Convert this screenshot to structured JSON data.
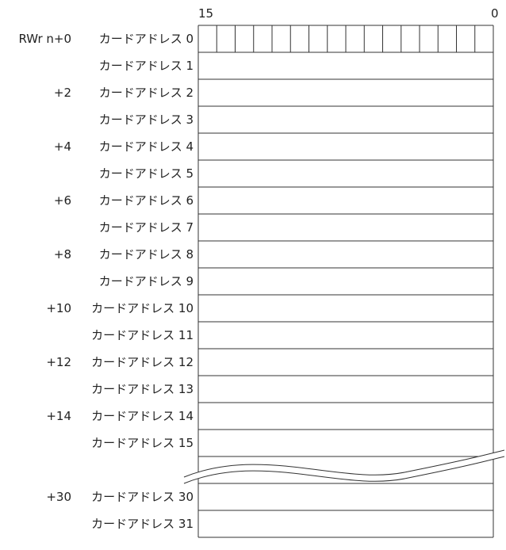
{
  "header": {
    "bit_high": "15",
    "bit_low": "0"
  },
  "register_label": "RWr n+0",
  "rows": [
    {
      "offset": "RWr n+0",
      "address": "カードアドレス 0"
    },
    {
      "offset": "",
      "address": "カードアドレス 1"
    },
    {
      "offset": "+2",
      "address": "カードアドレス 2"
    },
    {
      "offset": "",
      "address": "カードアドレス 3"
    },
    {
      "offset": "+4",
      "address": "カードアドレス 4"
    },
    {
      "offset": "",
      "address": "カードアドレス 5"
    },
    {
      "offset": "+6",
      "address": "カードアドレス 6"
    },
    {
      "offset": "",
      "address": "カードアドレス 7"
    },
    {
      "offset": "+8",
      "address": "カードアドレス 8"
    },
    {
      "offset": "",
      "address": "カードアドレス 9"
    },
    {
      "offset": "+10",
      "address": "カードアドレス 10"
    },
    {
      "offset": "",
      "address": "カードアドレス 11"
    },
    {
      "offset": "+12",
      "address": "カードアドレス 12"
    },
    {
      "offset": "",
      "address": "カードアドレス 13"
    },
    {
      "offset": "+14",
      "address": "カードアドレス 14"
    },
    {
      "offset": "",
      "address": "カードアドレス 15"
    },
    {
      "offset": "",
      "address": "",
      "gap": true
    },
    {
      "offset": "+30",
      "address": "カードアドレス 30"
    },
    {
      "offset": "",
      "address": "カードアドレス 31"
    }
  ],
  "bit_cells": 16
}
